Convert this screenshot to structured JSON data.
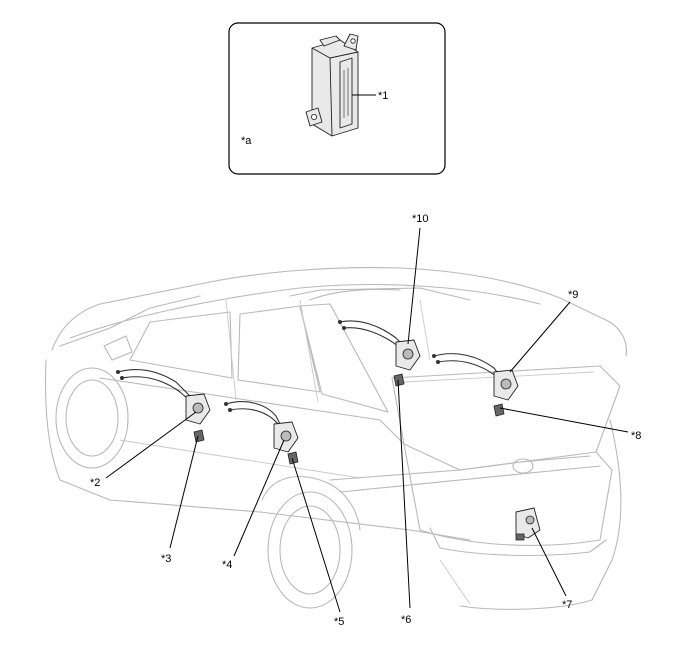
{
  "labels": {
    "a": "*a",
    "c1": "*1",
    "c2": "*2",
    "c3": "*3",
    "c4": "*4",
    "c5": "*5",
    "c6": "*6",
    "c7": "*7",
    "c8": "*8",
    "c9": "*9",
    "c10": "*10"
  }
}
